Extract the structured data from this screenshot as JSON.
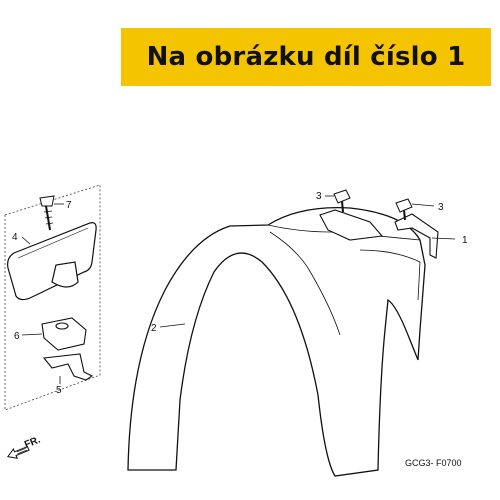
{
  "banner": {
    "text": "Na obrázku díl číslo 1",
    "background": "#f5c400",
    "color": "#111111"
  },
  "callouts": {
    "c1": "1",
    "c2": "2",
    "c3a": "3",
    "c3b": "3",
    "c4": "4",
    "c5": "5",
    "c6": "6",
    "c7": "7"
  },
  "direction": {
    "label": "FR.",
    "icon": "front-arrow-icon"
  },
  "diagram_code": "GCG3- F0700"
}
